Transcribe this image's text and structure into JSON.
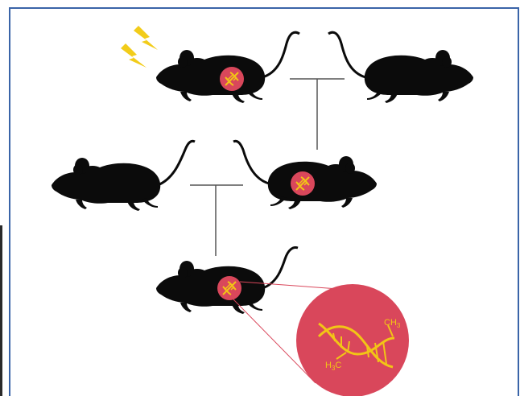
{
  "figure": {
    "chem_label_top": "CH",
    "chem_label_top_sub": "3",
    "chem_label_bottom_a": "H",
    "chem_label_bottom_sub": "3",
    "chem_label_bottom_b": "C"
  },
  "colors": {
    "mouse": "#0b0b0b",
    "highlight": "#d9475b",
    "dna": "#f2c516",
    "lightning": "#f2cc1a",
    "lineage": "#555555",
    "frame": "#3a64a8"
  },
  "icons": {
    "stimulus": "lightning-icon",
    "marker": "dna-icon",
    "animal": "mouse-silhouette"
  }
}
